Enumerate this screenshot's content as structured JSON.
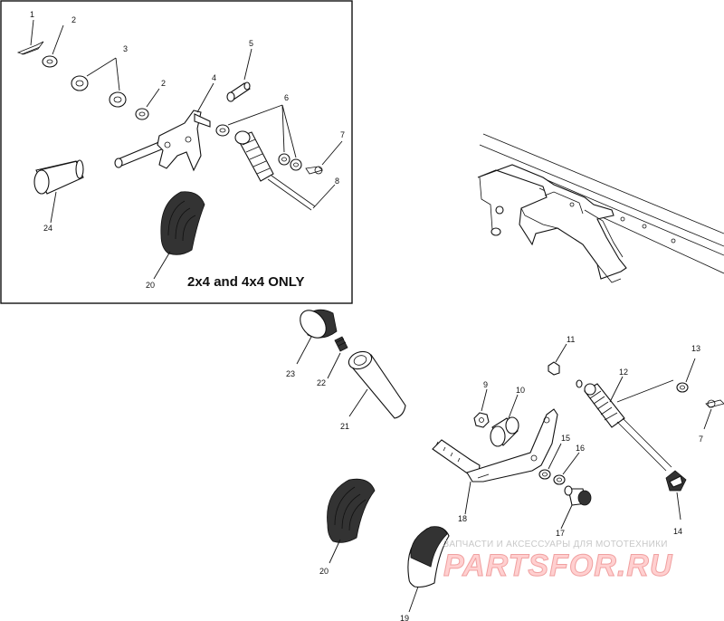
{
  "inset": {
    "label": "2x4 and 4x4 ONLY"
  },
  "callouts": {
    "n1": "1",
    "n2a": "2",
    "n2b": "2",
    "n3": "3",
    "n4": "4",
    "n5": "5",
    "n6": "6",
    "n7a": "7",
    "n8": "8",
    "n24": "24",
    "n20a": "20",
    "n23": "23",
    "n22": "22",
    "n21": "21",
    "n20b": "20",
    "n9": "9",
    "n10": "10",
    "n11": "11",
    "n12": "12",
    "n13": "13",
    "n7b": "7",
    "n15": "15",
    "n16": "16",
    "n17": "17",
    "n18": "18",
    "n14": "14",
    "n19": "19"
  },
  "watermark": {
    "subtitle": "ЗАПЧАСТИ И АКСЕССУАРЫ ДЛЯ МОТОТЕХНИКИ",
    "brand": "PARTSFOR.RU"
  }
}
